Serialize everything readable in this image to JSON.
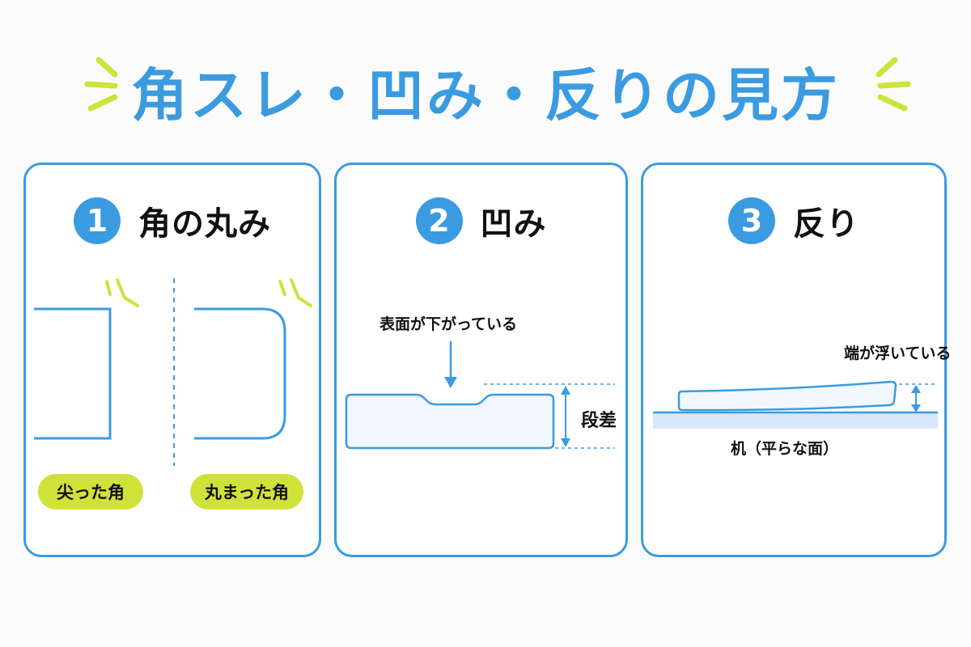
{
  "title": "角スレ・凹み・反りの見方",
  "colors": {
    "blue": "#3b9be0",
    "lime": "#cfe23a",
    "light_fill": "#f1f7ff",
    "desk": "#d7e8fa"
  },
  "panels": [
    {
      "number": "1",
      "heading": "角の丸み",
      "labels": {
        "left": "尖った角",
        "right": "丸まった角"
      }
    },
    {
      "number": "2",
      "heading": "凹み",
      "labels": {
        "arrow_note": "表面が下がっている",
        "step": "段差"
      }
    },
    {
      "number": "3",
      "heading": "反り",
      "labels": {
        "edge_note": "端が浮いている",
        "desk": "机（平らな面）"
      }
    }
  ]
}
